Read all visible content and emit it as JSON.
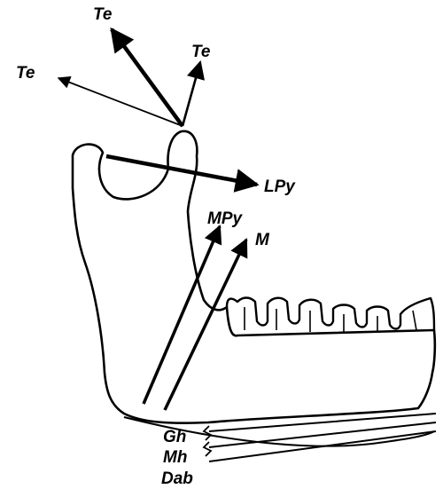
{
  "diagram": {
    "labels": {
      "te_top": "Te",
      "te_right": "Te",
      "te_left": "Te",
      "lpy": "LPy",
      "mpy": "MPy",
      "m": "M",
      "gh": "Gh",
      "mh": "Mh",
      "dab": "Dab"
    },
    "colors": {
      "ink": "#000000",
      "paper": "#ffffff"
    }
  }
}
